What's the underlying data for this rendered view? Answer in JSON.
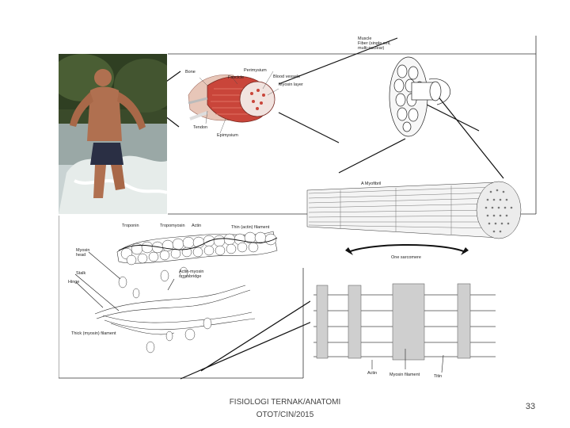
{
  "footer": {
    "line1": "FISIOLOGI TERNAK/ANATOMI",
    "line2": "OTOT/CIN/2015"
  },
  "page_number": "33",
  "labels": {
    "bone": "Bone",
    "fascicle": "Fascicle",
    "perimysium": "Perimysium",
    "blood_vessels": "Blood vessels",
    "myosin_layer": "Myosin layer",
    "tendon": "Tendon",
    "epimysium": "Epimysium",
    "muscle_fiber_1": "Muscle",
    "muscle_fiber_2": "Fiber (single cell,",
    "muscle_fiber_3": "multi-nuclear)",
    "myofibril": "A Myofibril",
    "one_sarcomere": "One sarcomere",
    "troponin": "Troponin",
    "tropomyosin": "Tropomyosin",
    "actin": "Actin",
    "thin_filament": "Thin (actin) filament",
    "myosin_head_1": "Myosin",
    "myosin_head_2": "head",
    "stalk": "Stalk",
    "hinge": "Hinge",
    "actin_myosin_1": "Actin-myosin",
    "actin_myosin_2": "crossbridge",
    "thick_filament": "Thick (myosin) filament",
    "sarc_actin": "Actin",
    "sarc_myosin": "Myosin filament",
    "sarc_titin": "Titin"
  },
  "colors": {
    "muscle_red": "#c9453a",
    "water": "#c9d3d3",
    "foliage": "#3a4a2a",
    "skin": "#b07050"
  }
}
